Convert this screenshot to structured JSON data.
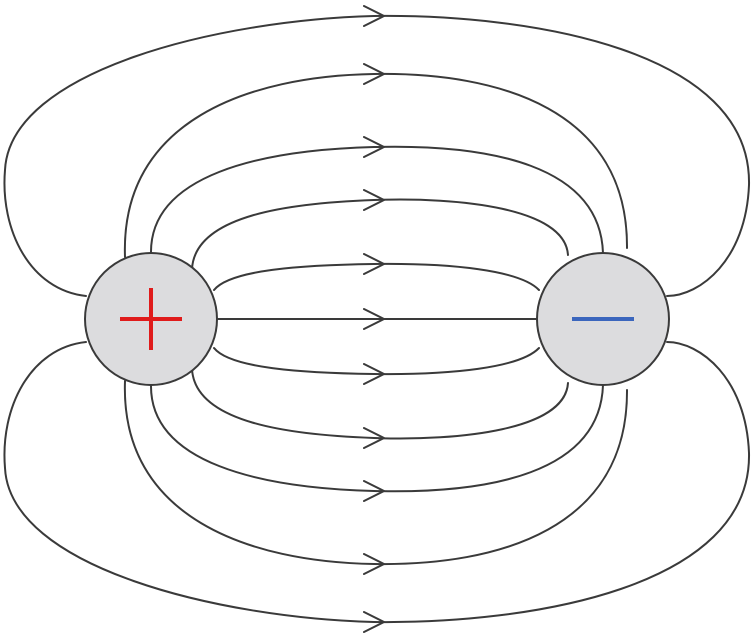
{
  "diagram": {
    "type": "electric-dipole-field-lines",
    "line_color": "#3a3a3a",
    "arrow_direction": "right",
    "field_line_count": 11,
    "charges": [
      {
        "sign": "positive",
        "icon": "plus-icon",
        "fill_color": "#dcdcde",
        "outline_color": "#3a3a3a",
        "sign_color": "#e01b1b"
      },
      {
        "sign": "negative",
        "icon": "minus-icon",
        "fill_color": "#dcdcde",
        "outline_color": "#3a3a3a",
        "sign_color": "#3b66bd"
      }
    ]
  }
}
